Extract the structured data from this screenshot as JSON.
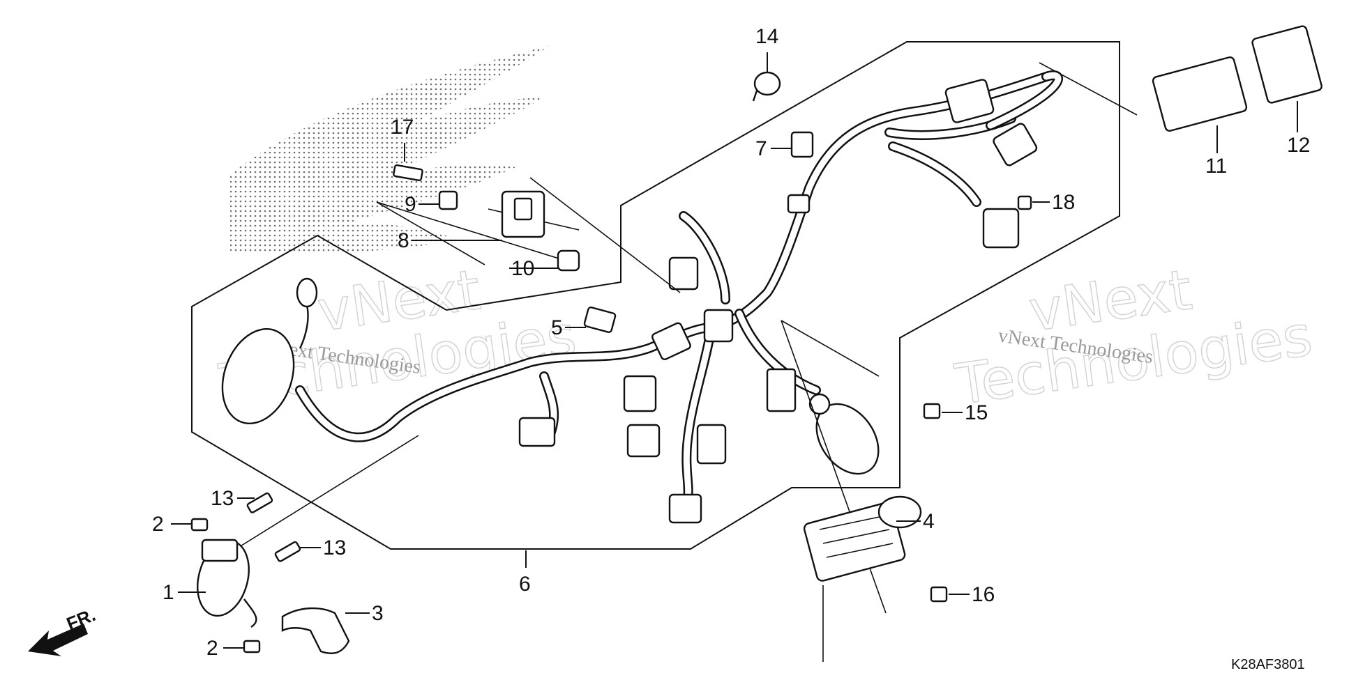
{
  "diagram_code": "K28AF3801",
  "front_label": "FR.",
  "watermarks": [
    {
      "line1": "vNext",
      "line2": "Technologies",
      "caption": "vNext Technologies"
    },
    {
      "line1": "vNext",
      "line2": "Technologies",
      "caption": "vNext Technologies"
    }
  ],
  "callouts": [
    "1",
    "2",
    "2",
    "3",
    "4",
    "5",
    "6",
    "7",
    "8",
    "9",
    "10",
    "11",
    "12",
    "13",
    "13",
    "14",
    "15",
    "16",
    "17",
    "18"
  ]
}
